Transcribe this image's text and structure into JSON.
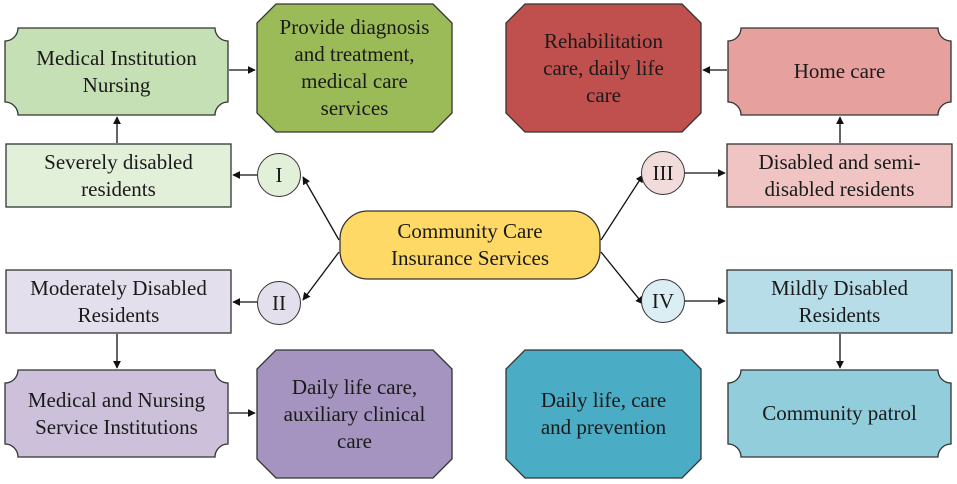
{
  "center": {
    "label": "Community Care\nInsurance Services",
    "fill": "#ffd966"
  },
  "branches": [
    {
      "numeral": "I",
      "circle_fill": "#e2efd9",
      "group": "Severely disabled\nresidents",
      "group_fill": "#e2efd9",
      "institution": "Medical Institution\nNursing",
      "institution_fill": "#c5e0b4",
      "service": "Provide diagnosis\nand treatment,\nmedical care\nservices",
      "service_fill": "#9bbb59"
    },
    {
      "numeral": "II",
      "circle_fill": "#e4dfec",
      "group": "Moderately Disabled\nResidents",
      "group_fill": "#e4dfec",
      "institution": "Medical and Nursing\nService Institutions",
      "institution_fill": "#ccc0da",
      "service": "Daily life care,\nauxiliary clinical\ncare",
      "service_fill": "#a594c0"
    },
    {
      "numeral": "III",
      "circle_fill": "#f2dcdb",
      "group": "Disabled and semi-\ndisabled residents",
      "group_fill": "#f0c4c3",
      "institution": "Home care",
      "institution_fill": "#e6a09e",
      "service": "Rehabilitation\ncare, daily life\ncare",
      "service_fill": "#c0504d"
    },
    {
      "numeral": "IV",
      "circle_fill": "#daeef3",
      "group": "Mildly Disabled\nResidents",
      "group_fill": "#b7dde8",
      "institution": "Community patrol",
      "institution_fill": "#92cddc",
      "service": "Daily life, care\nand prevention",
      "service_fill": "#4bacc6"
    }
  ]
}
